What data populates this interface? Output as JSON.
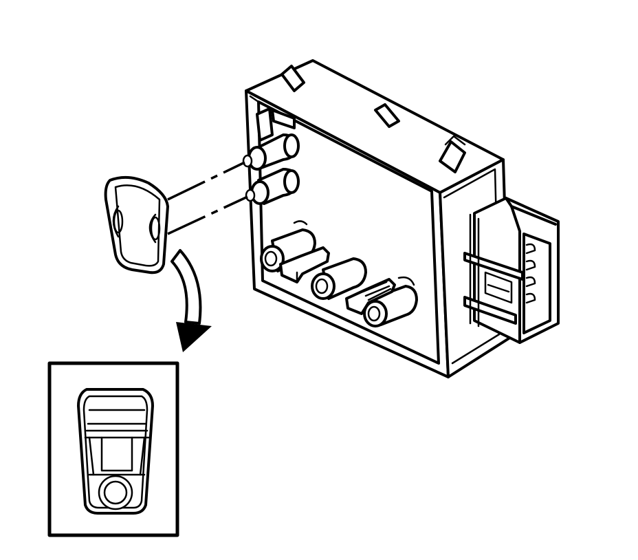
{
  "figure": {
    "background": "#ffffff",
    "line_color": "#000000",
    "parts": [
      {
        "name": "control-module",
        "icon": "module-housing"
      },
      {
        "name": "wire-harness-connector",
        "icon": "multi-pin-connector"
      },
      {
        "name": "terminal-plug",
        "icon": "plug-cap"
      },
      {
        "name": "routing-arrow",
        "icon": "curved-arrow"
      },
      {
        "name": "plug-end-view-inset",
        "icon": "plug-front-view"
      }
    ]
  }
}
